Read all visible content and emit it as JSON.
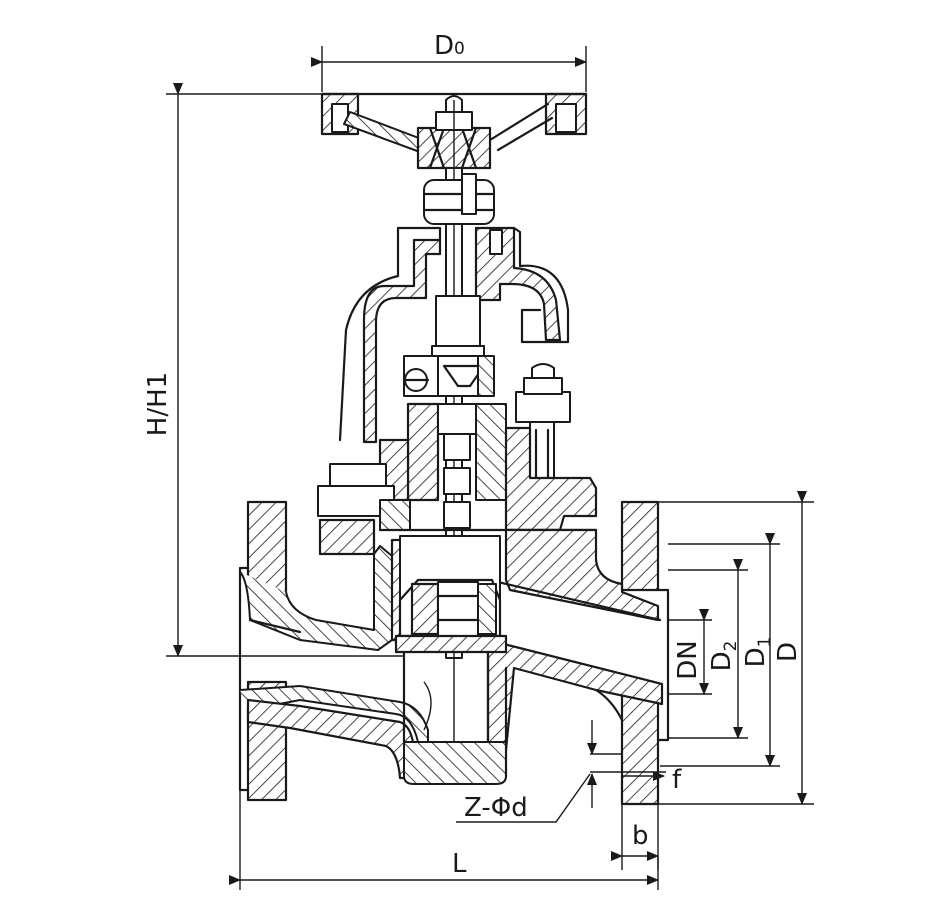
{
  "drawing": {
    "labels": {
      "d0": "D",
      "d0_sub": "0",
      "h": "H/H1",
      "dn": "DN",
      "d2": "D",
      "d2_sub": "2",
      "d1": "D",
      "d1_sub": "1",
      "d": "D",
      "f": "f",
      "z": "Z-Φd",
      "b": "b",
      "l": "L"
    },
    "colors": {
      "line": "#1a1a1a",
      "background": "#ffffff"
    }
  }
}
